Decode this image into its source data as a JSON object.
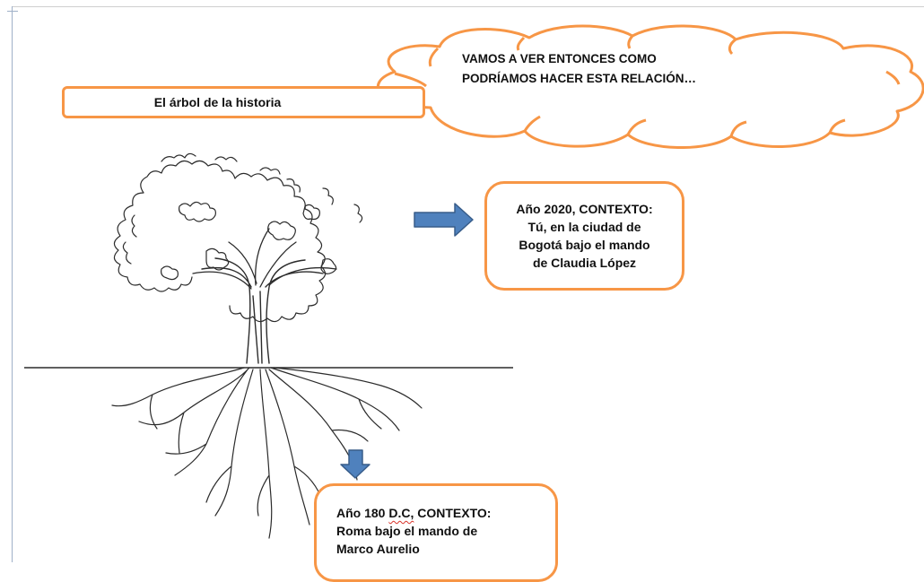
{
  "cloud": {
    "line1": "VAMOS A VER ENTONCES COMO",
    "line2": "PODRÍAMOS HACER ESTA RELACIÓN…"
  },
  "title_box": {
    "label": "El árbol de la historia"
  },
  "context_2020": {
    "line1": "Año 2020,  CONTEXTO:",
    "line2": "Tú, en la ciudad de",
    "line3": "Bogotá bajo el mando",
    "line4": "de Claudia López"
  },
  "context_180": {
    "line1_pre": "Año 180 ",
    "line1_abbr": "D.C,",
    "line1_post": " CONTEXTO:",
    "line2": "Roma bajo el mando de",
    "line3": "Marco Aurelio"
  },
  "colors": {
    "box_border": "#f79646",
    "arrow_fill": "#4f81bd",
    "arrow_stroke": "#385d8a",
    "tree_ink": "#2b2b2b"
  },
  "icons": {
    "right_arrow": "right-arrow-icon",
    "down_arrow": "down-arrow-icon",
    "tree": "tree-with-roots-illustration"
  }
}
